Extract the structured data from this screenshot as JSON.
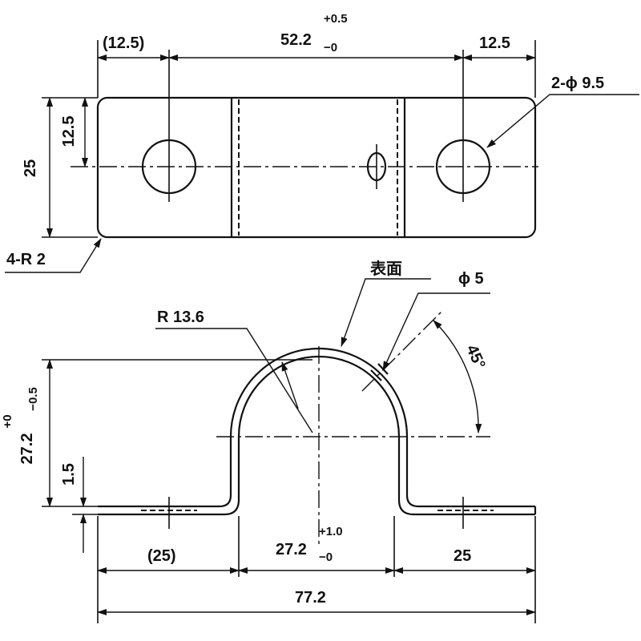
{
  "top_view": {
    "dim_left_hole": "(12.5)",
    "dim_center_main": "52.2",
    "dim_center_tol_upper": "+0.5",
    "dim_center_tol_lower": "−0",
    "dim_right_hole": "12.5",
    "dim_holes": "2-ϕ 9.5",
    "dim_half_height": "12.5",
    "dim_height": "25",
    "dim_corner_radius": "4-R 2"
  },
  "side_view": {
    "label_surface": "表面",
    "dim_small_hole": "ϕ 5",
    "dim_radius": "R 13.6",
    "dim_angle": "45°",
    "dim_height_main": "27.2",
    "dim_height_tol_upper": "+0",
    "dim_height_tol_lower": "−0.5",
    "dim_thickness": "1.5",
    "dim_left_flange": "(25)",
    "dim_inner_width_main": "27.2",
    "dim_inner_width_tol_upper": "+1.0",
    "dim_inner_width_tol_lower": "−0",
    "dim_right_flange": "25",
    "dim_total_length": "77.2"
  }
}
